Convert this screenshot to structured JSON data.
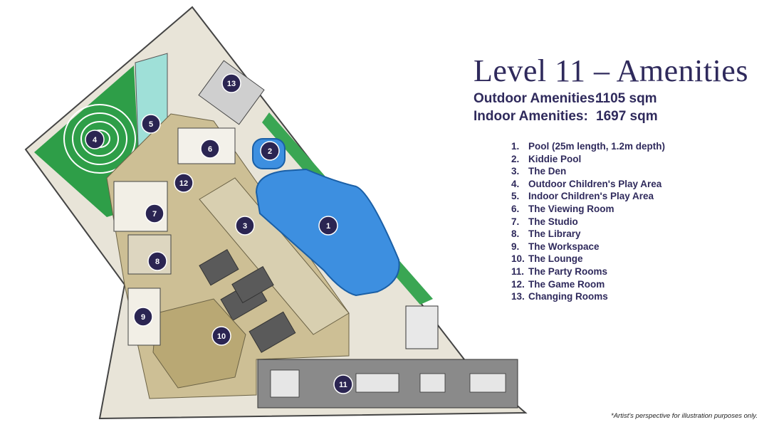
{
  "title": "Level 11 – Amenities",
  "areas": [
    {
      "label": "Outdoor Amenities:",
      "value": "1105 sqm"
    },
    {
      "label": "Indoor Amenities:",
      "value": "1697 sqm"
    }
  ],
  "legend": [
    {
      "num": "1.",
      "text": "Pool (25m length, 1.2m depth)"
    },
    {
      "num": "2.",
      "text": "Kiddie Pool"
    },
    {
      "num": "3.",
      "text": "The Den"
    },
    {
      "num": "4.",
      "text": "Outdoor Children's Play Area"
    },
    {
      "num": "5.",
      "text": "Indoor Children's Play Area"
    },
    {
      "num": "6.",
      "text": "The Viewing Room"
    },
    {
      "num": "7.",
      "text": "The Studio"
    },
    {
      "num": "8.",
      "text": "The Library"
    },
    {
      "num": "9.",
      "text": "The Workspace"
    },
    {
      "num": "10.",
      "text": "The Lounge"
    },
    {
      "num": "11.",
      "text": "The Party Rooms"
    },
    {
      "num": "12.",
      "text": "The Game Room"
    },
    {
      "num": "13.",
      "text": "Changing Rooms"
    }
  ],
  "markers": [
    "1",
    "2",
    "3",
    "4",
    "5",
    "6",
    "7",
    "8",
    "9",
    "10",
    "11",
    "12",
    "13"
  ],
  "disclaimer": "*Artist's perspective for illustration purposes only.",
  "colors": {
    "navy": "#2b2552",
    "pool": "#3d8fe0",
    "lawn": "#2e9e48",
    "deck": "#cdbf95",
    "room": "#8a8a8a"
  }
}
